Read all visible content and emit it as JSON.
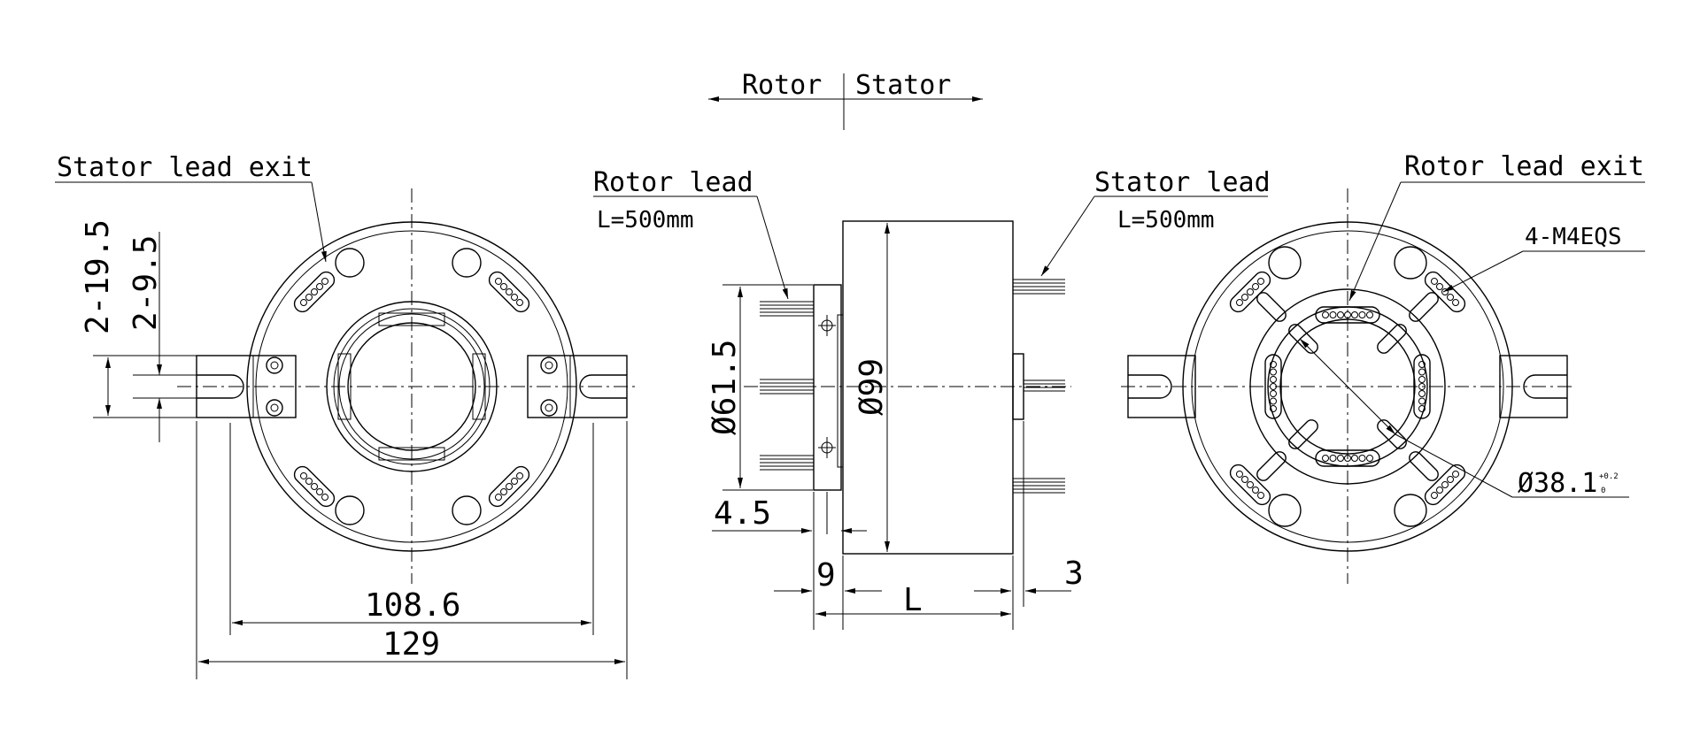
{
  "labels": {
    "rotor": "Rotor",
    "stator": "Stator",
    "stator_lead_exit": "Stator lead exit",
    "rotor_lead": "Rotor lead",
    "rotor_lead_length": "L=500mm",
    "stator_lead": "Stator lead",
    "stator_lead_length": "L=500mm",
    "rotor_lead_exit": "Rotor lead exit",
    "mount_holes": "4-M4EQS"
  },
  "dimensions": {
    "slot_outer": "2-19.5",
    "slot_inner": "2-9.5",
    "ring_width": "108.6",
    "overall_width": "129",
    "flange_dia": "Ø61.5",
    "body_dia": "Ø99",
    "flange_gap": "4.5",
    "flange_thickness": "9",
    "body_length": "L",
    "stator_step": "3",
    "bore_dia": "Ø38.1",
    "bore_tol_upper": "+0.2",
    "bore_tol_lower": "0"
  }
}
